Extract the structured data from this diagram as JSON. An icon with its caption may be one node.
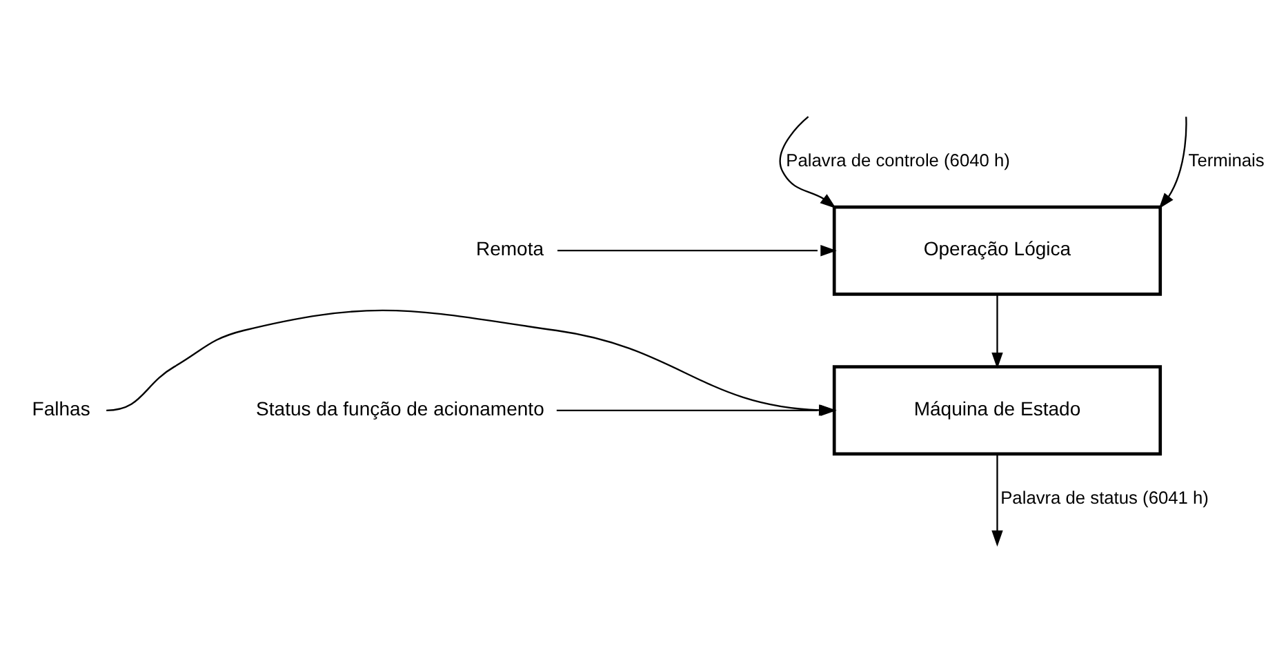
{
  "diagram": {
    "nodes": [
      {
        "text": [
          "Operação Lógica"
        ]
      },
      {
        "text": [
          "Máquina de Estado"
        ]
      },
      {
        "text": [
          "Remota"
        ]
      },
      {
        "text": [
          "Falhas"
        ]
      },
      {
        "text": [
          "Status da função de acionamento"
        ]
      }
    ],
    "edges": [
      {
        "from": null,
        "to": 0,
        "arrow": "to",
        "label": "Palavra de controle (6040 h)"
      },
      {
        "from": null,
        "to": 0,
        "arrow": "to",
        "label": "Terminais"
      },
      {
        "from": 2,
        "to": 0,
        "arrow": "to"
      },
      {
        "from": 0,
        "to": 1,
        "arrow": "to"
      },
      {
        "from": 3,
        "to": 1,
        "arrow": "to"
      },
      {
        "from": 4,
        "to": 1,
        "arrow": "to"
      },
      {
        "from": 1,
        "to": null,
        "arrow": "to",
        "label": "Palavra de status (6041 h)"
      }
    ]
  }
}
